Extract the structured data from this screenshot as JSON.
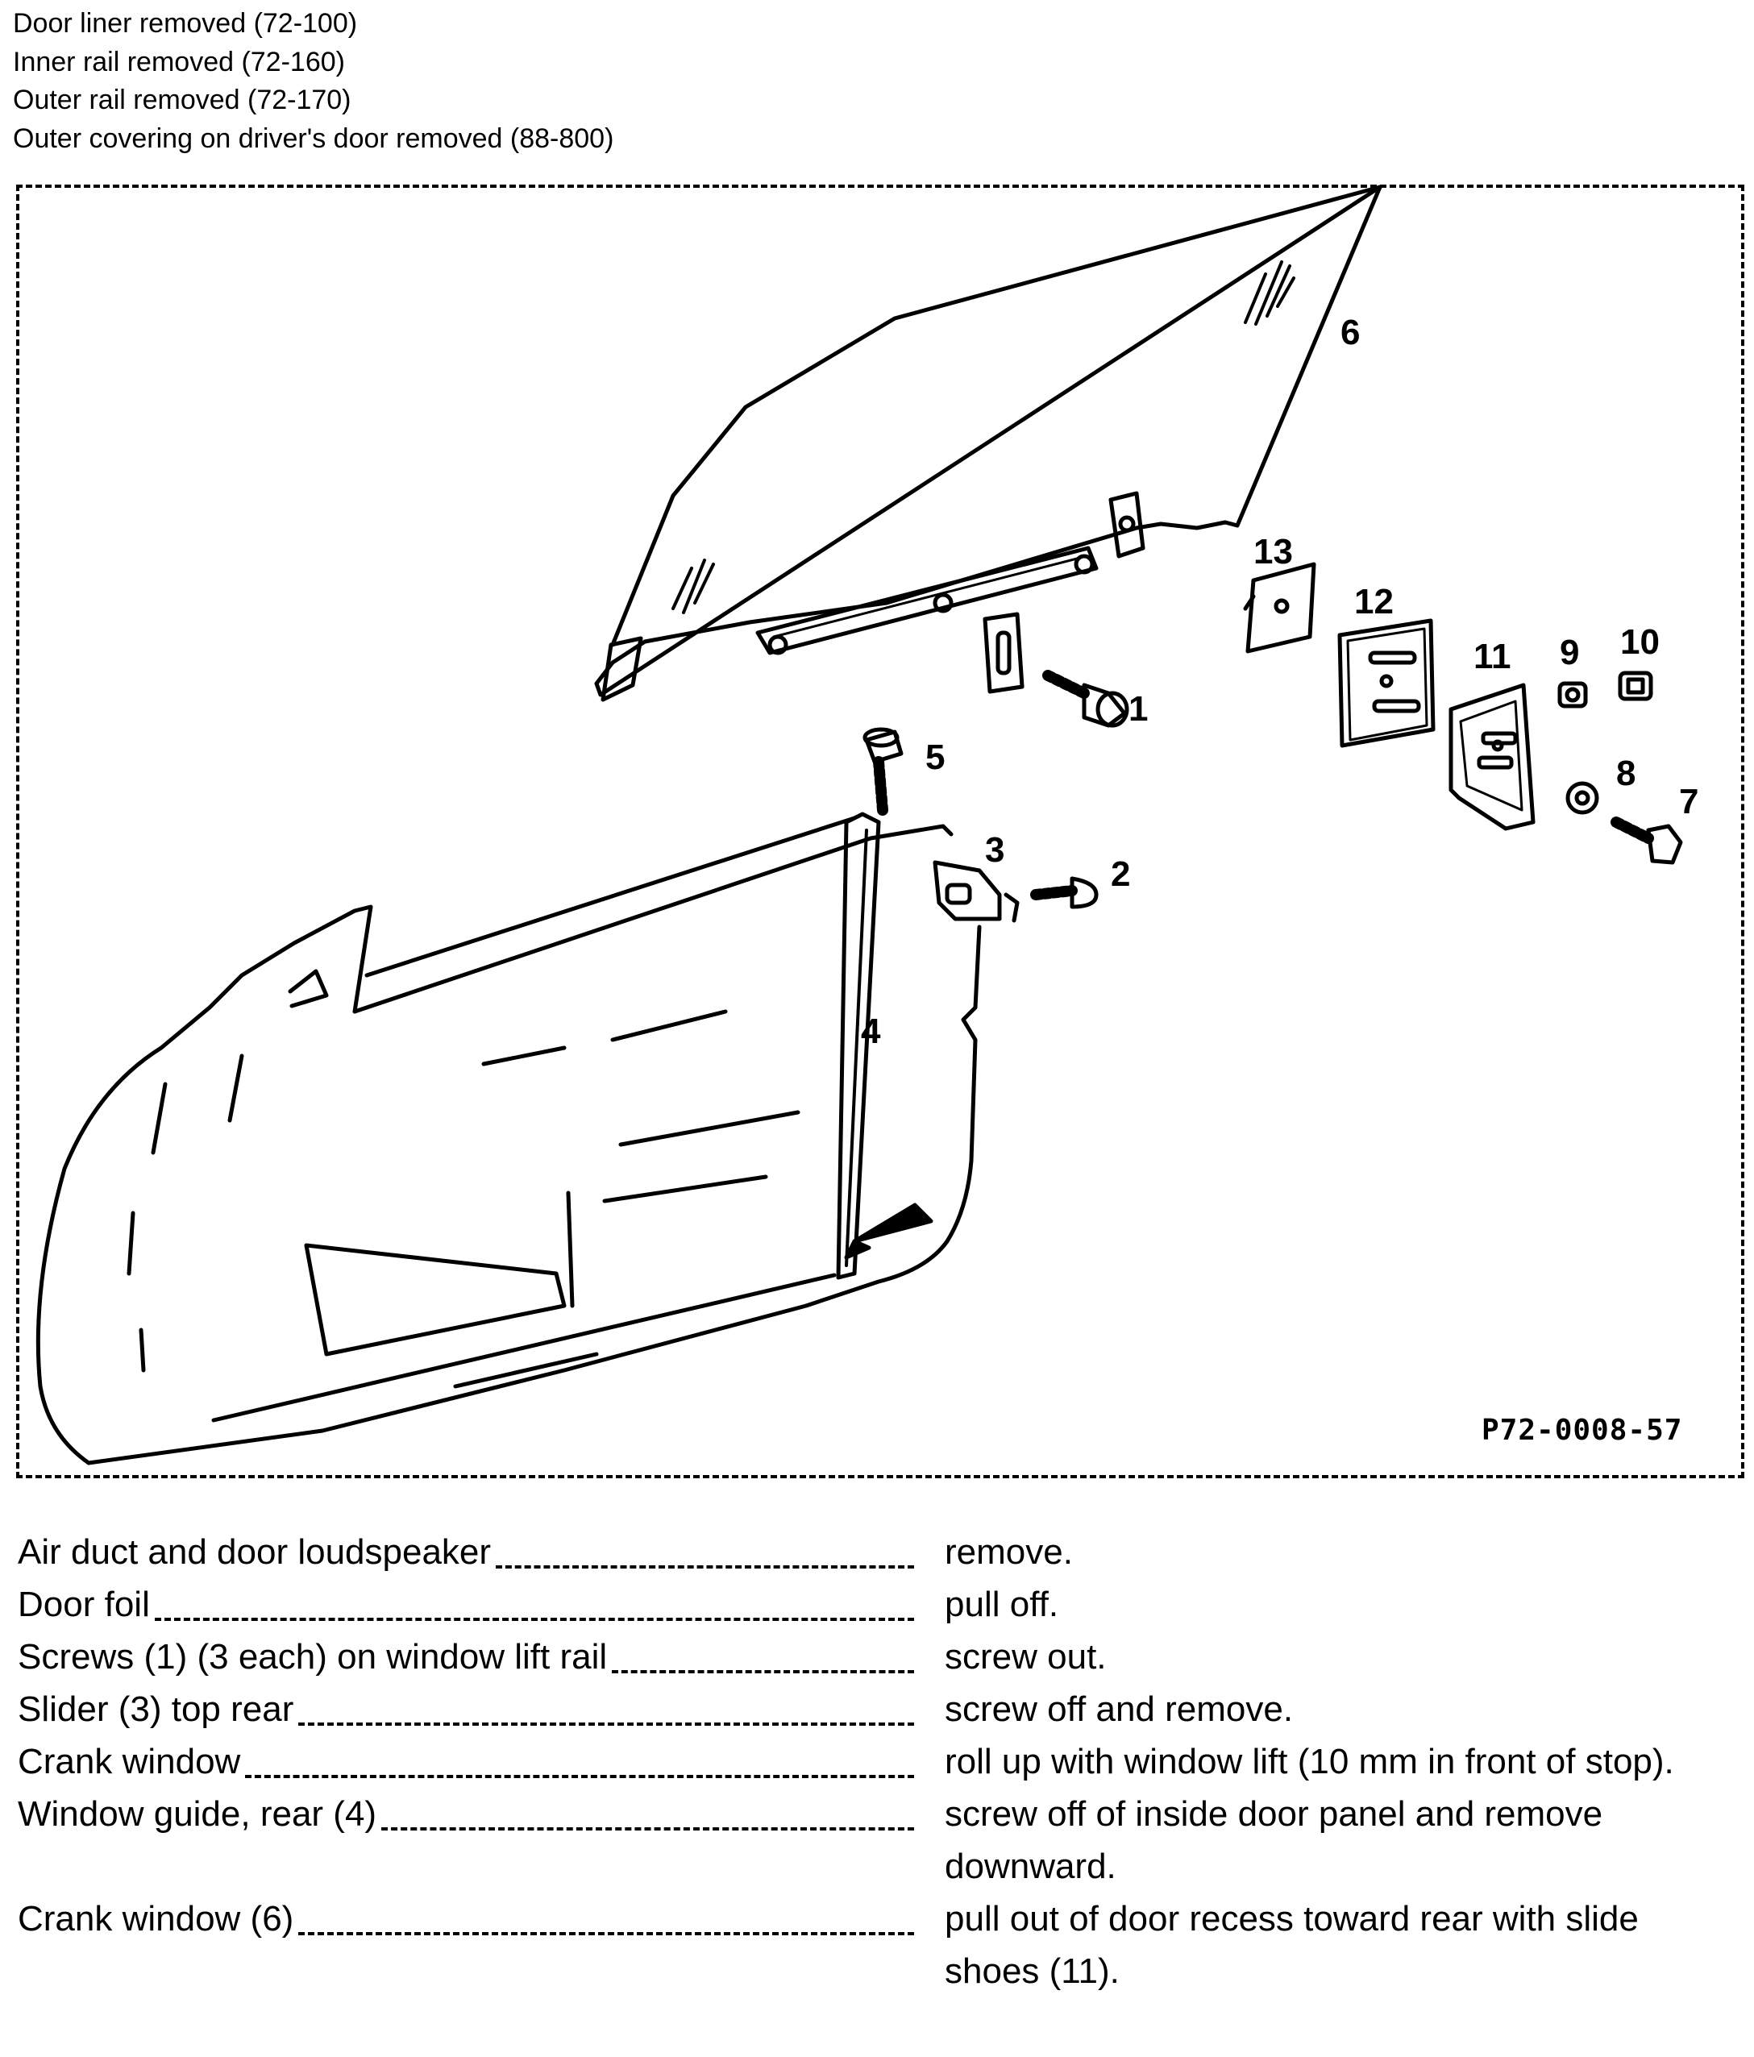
{
  "prerequisites": [
    "Door liner removed (72-100)",
    "Inner rail removed (72-160)",
    "Outer rail removed (72-170)",
    "Outer covering on driver's door removed (88-800)"
  ],
  "figure": {
    "code": "P72-0008-57",
    "callouts": [
      "1",
      "2",
      "3",
      "4",
      "5",
      "6",
      "7",
      "8",
      "9",
      "10",
      "11",
      "12",
      "13"
    ]
  },
  "steps": [
    {
      "part": "Air duct and door loudspeaker",
      "action": "remove."
    },
    {
      "part": "Door foil",
      "action": "pull off."
    },
    {
      "part": "Screws (1) (3 each) on window lift rail",
      "action": "screw out."
    },
    {
      "part": "Slider (3) top rear",
      "action": "screw off and remove."
    },
    {
      "part": "Crank window",
      "action": "roll up with window lift (10 mm in front of stop)."
    },
    {
      "part": "Window guide, rear (4)",
      "action": "screw off of inside door panel and remove downward."
    },
    {
      "part": "Crank window (6)",
      "action": "pull out of door recess toward rear with slide shoes (11)."
    }
  ]
}
